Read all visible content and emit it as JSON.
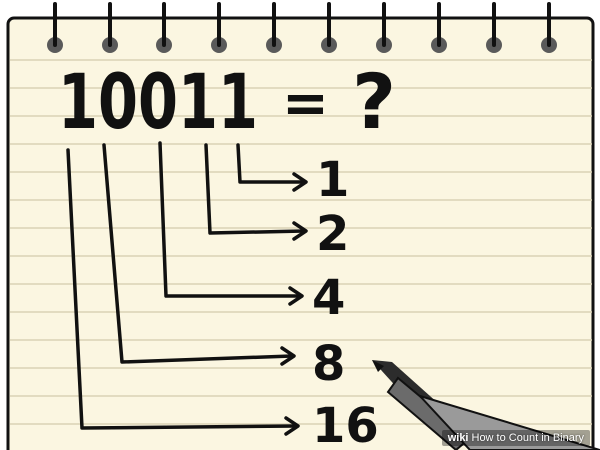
{
  "equation": {
    "digits": "10011",
    "equals": "=",
    "question": "?"
  },
  "place_values": [
    "1",
    "2",
    "4",
    "8",
    "16"
  ],
  "watermark": {
    "brand": "wiki",
    "title": "How to Count in Binary"
  },
  "colors": {
    "paper": "#fbf6e1",
    "lines": "#d9d2b6",
    "ink": "#111111",
    "ring": "#5a5a5a"
  },
  "icons": {
    "binding": "spiral-ring-icon",
    "pen": "pen-icon"
  }
}
